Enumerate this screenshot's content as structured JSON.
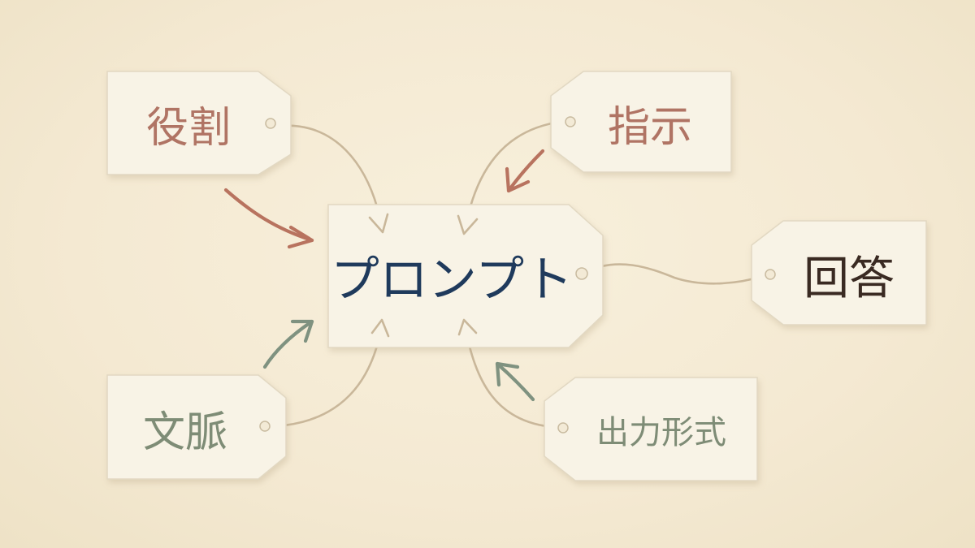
{
  "labels": {
    "center": "プロンプト",
    "role": "役割",
    "instruction": "指示",
    "context": "文脈",
    "output_format": "出力形式",
    "answer": "回答"
  },
  "colors": {
    "background": "#f5ecd6",
    "tag_fill": "#f8f3e6",
    "center_text": "#1f3a5c",
    "role_text": "#b07464",
    "instruction_text": "#b07464",
    "context_text": "#7e8c76",
    "output_format_text": "#7e8c76",
    "answer_text": "#3a2a22",
    "accent_arrow_red": "#b8735f",
    "accent_arrow_green": "#7f9280",
    "string": "#c9b79a"
  }
}
